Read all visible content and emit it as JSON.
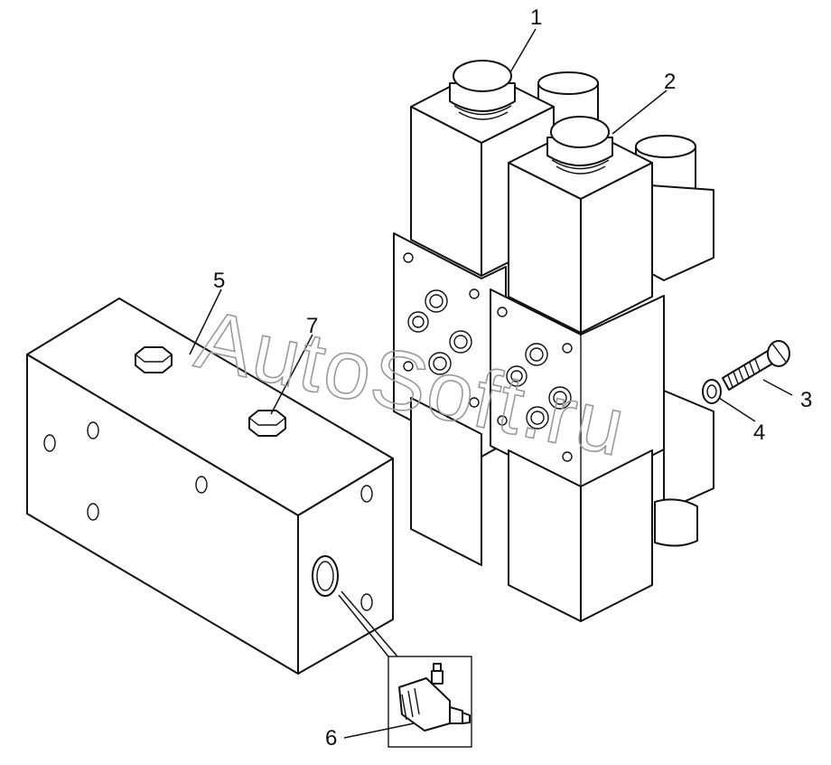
{
  "watermark": "AutoSoft.ru",
  "callouts": [
    {
      "id": "1",
      "label": "1"
    },
    {
      "id": "2",
      "label": "2"
    },
    {
      "id": "3",
      "label": "3"
    },
    {
      "id": "4",
      "label": "4"
    },
    {
      "id": "5",
      "label": "5"
    },
    {
      "id": "6",
      "label": "6"
    },
    {
      "id": "7",
      "label": "7"
    }
  ],
  "colors": {
    "line": "#111111",
    "background": "#ffffff",
    "watermark": "#9a9a9a"
  }
}
